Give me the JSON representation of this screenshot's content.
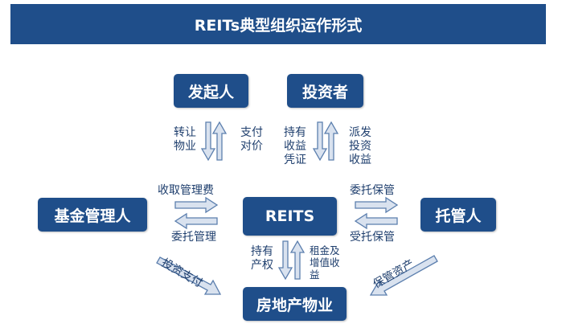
{
  "title": "REITs典型组织运作形式",
  "nodes": {
    "sponsor": "发起人",
    "investor": "投资者",
    "fund_manager": "基金管理人",
    "reits": "REITS",
    "custodian": "托管人",
    "property": "房地产物业"
  },
  "labels": {
    "transfer_line1": "转让",
    "transfer_line2": "物业",
    "pay_line1": "支付",
    "pay_line2": "对价",
    "hold_line1": "持有",
    "hold_line2": "收益",
    "hold_line3": "凭证",
    "dist_line1": "派发",
    "dist_line2": "投资",
    "dist_line3": "收益",
    "mgmt_fee": "收取管理费",
    "entrust_mgmt": "委托管理",
    "entrust_custody": "委托保管",
    "accept_custody": "受托保管",
    "invest_pay": "投资支付",
    "custody_asset": "保管资产",
    "hold_prop_line1": "持有",
    "hold_prop_line2": "产权",
    "rent_line1": "租金及",
    "rent_line2": "增值收",
    "rent_line3": "益"
  },
  "colors": {
    "primary": "#1f4e8a",
    "arrow_fill": "#d9e2ef",
    "arrow_stroke": "#5c7fae",
    "label_text": "#1f3f6e"
  }
}
